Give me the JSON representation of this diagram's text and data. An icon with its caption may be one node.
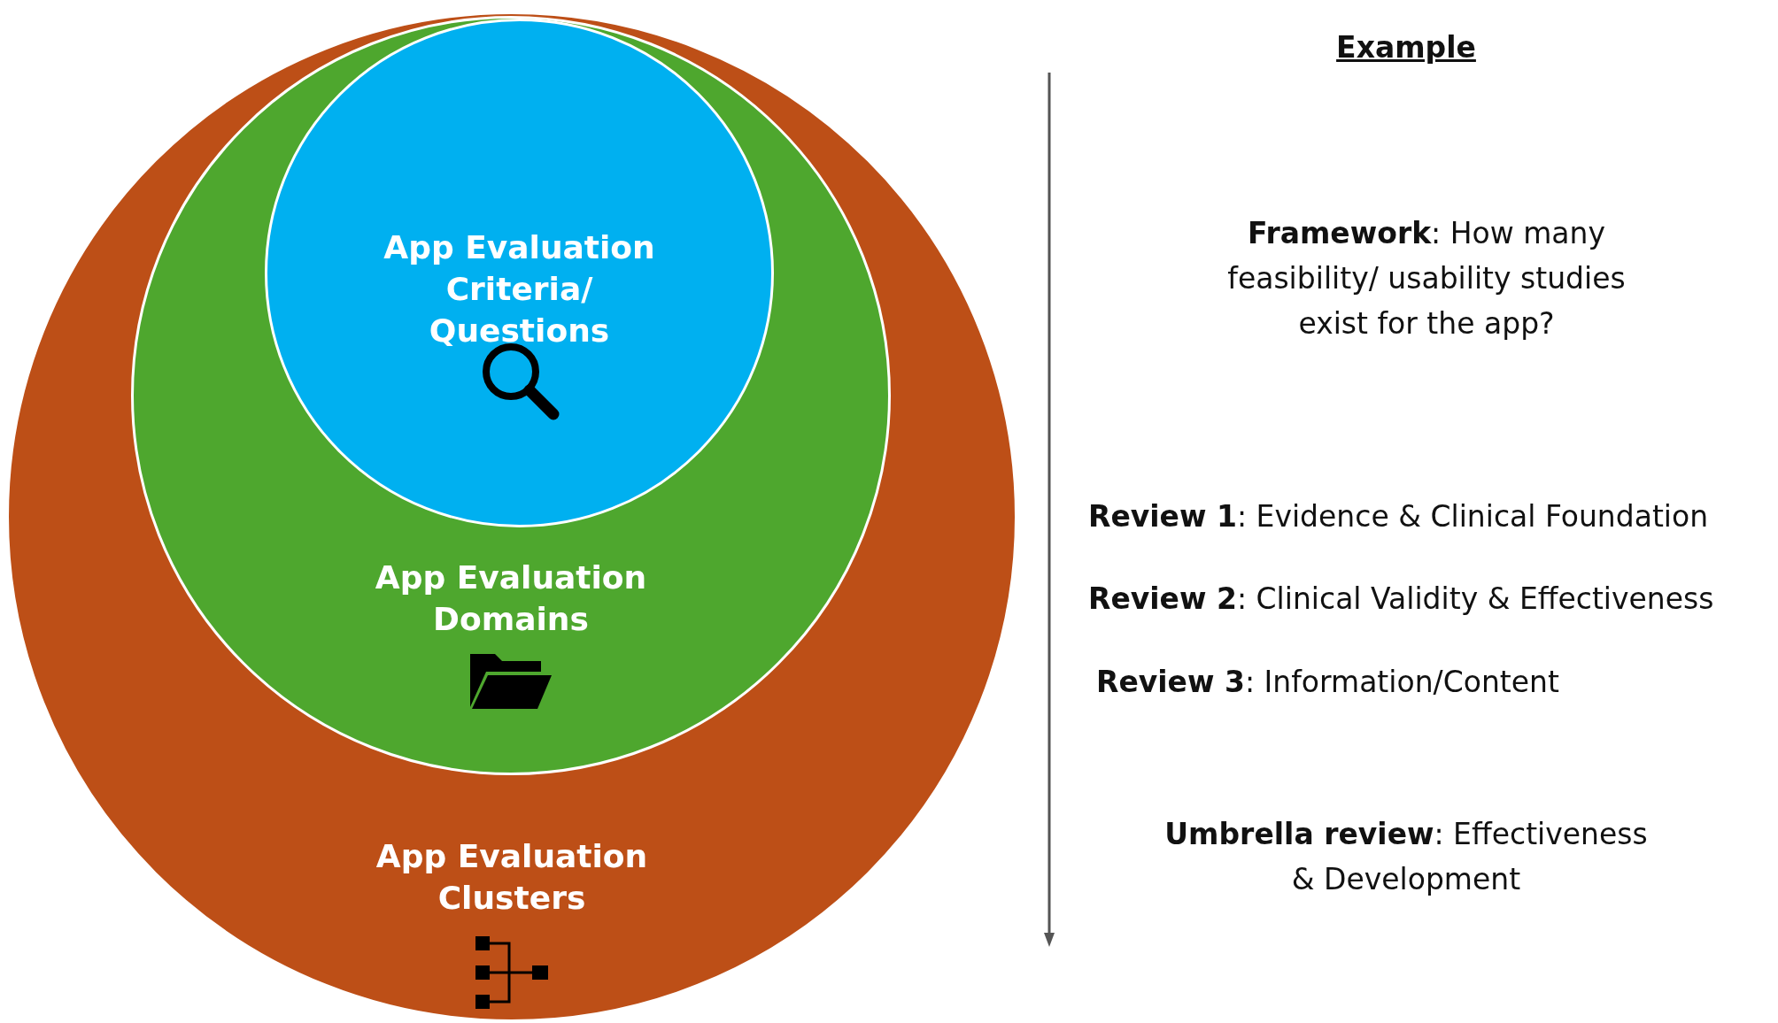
{
  "diagram": {
    "nodes": [
      {
        "text": [
          "App Evaluation Clusters"
        ]
      },
      {
        "text": [
          "App Evaluation Domains"
        ],
        "in": 0
      },
      {
        "text": [
          "App Evaluation Criteria/ Questions"
        ],
        "in": 1
      }
    ],
    "labels": [
      "Example",
      "**Framework**: How many feasibility/ usability studies exist for the app?",
      "**Review 1**: Evidence & Clinical Foundation",
      "**Review 2**: Clinical Validity & Effectiveness",
      "**Review 3**: Information/Content",
      "**Umbrella review**: Effectiveness & Development"
    ]
  }
}
